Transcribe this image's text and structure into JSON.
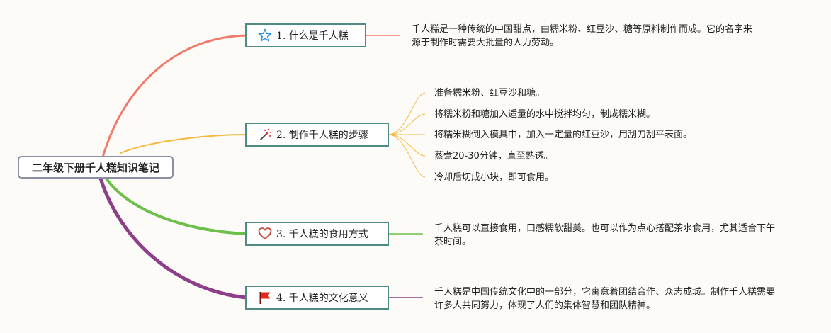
{
  "root": {
    "label": "二年级下册千人糕知识笔记"
  },
  "topics": [
    {
      "label": "1. 什么是千人糕",
      "icon": "star-icon",
      "color": "#f07a6a",
      "details": [
        "千人糕是一种传统的中国甜点，由糯米粉、红豆沙、糖等原料制作而成。它的名字来源于制作时需要大批量的人力劳动。"
      ]
    },
    {
      "label": "2. 制作千人糕的步骤",
      "icon": "magic-wand-icon",
      "color": "#f5b942",
      "details": [
        "准备糯米粉、红豆沙和糖。",
        "将糯米粉和糖加入适量的水中搅拌均匀，制成糯米糊。",
        "将糯米糊倒入模具中，加入一定量的红豆沙，用刮刀刮平表面。",
        "蒸煮20-30分钟，直至熟透。",
        "冷却后切成小块，即可食用。"
      ]
    },
    {
      "label": "3. 千人糕的食用方式",
      "icon": "heart-icon",
      "color": "#6cc04a",
      "details": [
        "千人糕可以直接食用，口感糯软甜美。也可以作为点心搭配茶水食用，尤其适合下午茶时间。"
      ]
    },
    {
      "label": "4. 千人糕的文化意义",
      "icon": "red-flag-icon",
      "color": "#8e3f8a",
      "details": [
        "千人糕是中国传统文化中的一部分，它寓意着团结合作、众志成城。制作千人糕需要许多人共同努力，体现了人们的集体智慧和团队精神。"
      ]
    }
  ]
}
